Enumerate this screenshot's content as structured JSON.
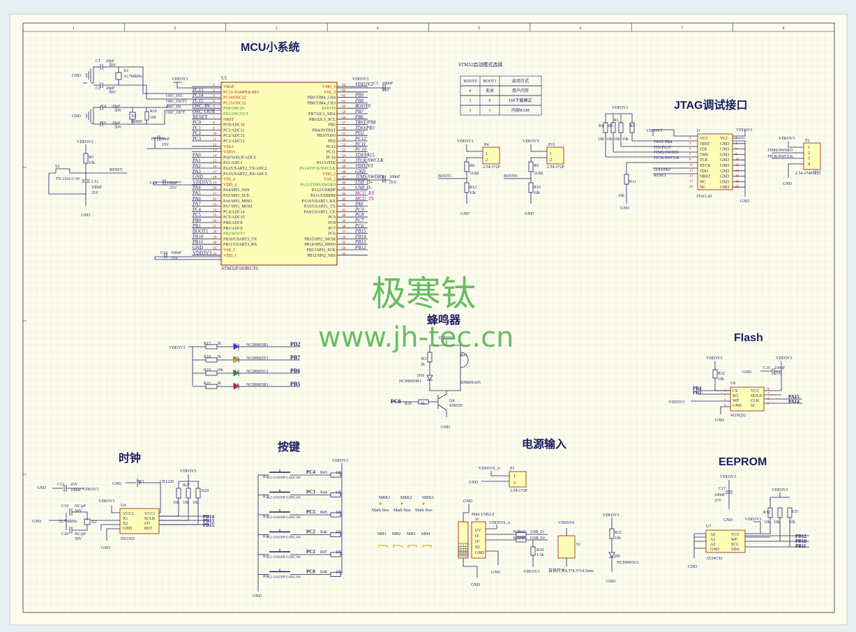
{
  "sections": {
    "mcu": "MCU小系统",
    "jtag": "JTAG调试接口",
    "buzzer": "蜂鸣器",
    "flash": "Flash",
    "clock": "时钟",
    "keys": "按键",
    "power": "电源输入",
    "eeprom": "EEPROM"
  },
  "watermark": {
    "line1": "极寒钛",
    "line2": "www.jh-tec.cn"
  },
  "ruler": [
    "1",
    "2",
    "3",
    "4",
    "5",
    "6",
    "7",
    "8"
  ],
  "boot_table": {
    "title": "STM32启动模式选择",
    "headers": [
      "BOOT0",
      "BOOT1",
      "启动方式"
    ],
    "rows": [
      [
        "0",
        "无关",
        "用户闪存"
      ],
      [
        "1",
        "0",
        "ISP下载模式"
      ],
      [
        "1",
        "1",
        "内部RAM"
      ]
    ]
  },
  "mcu": {
    "ref": "U1",
    "part": "STM32F103RCT6",
    "left_pins": [
      [
        "1",
        "VBAT"
      ],
      [
        "2",
        "PC13-TAMPER-RTC"
      ],
      [
        "3",
        "PC14/OSC32"
      ],
      [
        "4",
        "PC15/OSC32"
      ],
      [
        "5",
        "PD0/OSCIN"
      ],
      [
        "6",
        "PD1/OSCOUT"
      ],
      [
        "7",
        "NRST"
      ],
      [
        "8",
        "PC0/ADC10"
      ],
      [
        "9",
        "PC1/ADC11"
      ],
      [
        "10",
        "PC2/ADC12"
      ],
      [
        "11",
        "PC3/ADC13"
      ],
      [
        "12",
        "VSSA"
      ],
      [
        "13",
        "VDDA"
      ],
      [
        "14",
        "PA0/WKUP/ADC0"
      ],
      [
        "15",
        "PA1/ADC1"
      ],
      [
        "16",
        "PA2/USART2_TX/ADC2"
      ],
      [
        "17",
        "PA3/USART2_RX/ADC3"
      ],
      [
        "18",
        "VSS_4"
      ],
      [
        "19",
        "VDD_4"
      ],
      [
        "20",
        "PA4/SPI1_NSS"
      ],
      [
        "21",
        "PA5/SPI1_SCK"
      ],
      [
        "22",
        "PA6/SPI1_MISO"
      ],
      [
        "23",
        "PA7/SPI1_MOSI"
      ],
      [
        "24",
        "PC4/ADC14"
      ],
      [
        "25",
        "PC5/ADC15"
      ],
      [
        "26",
        "PB0/ADC8"
      ],
      [
        "27",
        "PB1/ADC9"
      ],
      [
        "28",
        "PB2/BOOT1"
      ],
      [
        "29",
        "PB10/USART3_TX"
      ],
      [
        "30",
        "PB11/USART3_RX"
      ],
      [
        "31",
        "VSS_1"
      ],
      [
        "32",
        "VDD_1"
      ]
    ],
    "right_pins": [
      [
        "64",
        "VDD_3"
      ],
      [
        "63",
        "VSS_3"
      ],
      [
        "62",
        "PB9/TIM4_CH4"
      ],
      [
        "61",
        "PB8/TIM4_CH3"
      ],
      [
        "60",
        "BOOT0"
      ],
      [
        "59",
        "PB7/I2C1_SDA"
      ],
      [
        "58",
        "PB6/I2C1_SCL"
      ],
      [
        "57",
        "PB5"
      ],
      [
        "56",
        "PB4/JNTRST"
      ],
      [
        "55",
        "PB3/JTDO"
      ],
      [
        "54",
        "PD2"
      ],
      [
        "53",
        "PC12"
      ],
      [
        "52",
        "PC11"
      ],
      [
        "51",
        "PC10"
      ],
      [
        "50",
        "PA15/JTDI"
      ],
      [
        "49",
        "PA14/JTCK/SWCLK"
      ],
      [
        "48",
        "VDD_2"
      ],
      [
        "47",
        "VSS_2"
      ],
      [
        "46",
        "PA13/JTMS/SWDIO"
      ],
      [
        "45",
        "PA12/USBDP"
      ],
      [
        "44",
        "PA11/USBDM"
      ],
      [
        "43",
        "PA10/USART1_RX"
      ],
      [
        "42",
        "PA9/USART1_TX"
      ],
      [
        "41",
        "PA8/USART1_CK"
      ],
      [
        "40",
        "PC9"
      ],
      [
        "39",
        "PC8"
      ],
      [
        "38",
        "PC7"
      ],
      [
        "37",
        "PC6"
      ],
      [
        "36",
        "PB15/SPI2_MOSI"
      ],
      [
        "35",
        "PB14/SPI2_MISO"
      ],
      [
        "34",
        "PB13/SPI2_SCK"
      ],
      [
        "33",
        "PB12/SPI2_NSS"
      ]
    ],
    "left_nets": [
      "",
      "PC13",
      "PC14",
      "PC15",
      "OSC_IN",
      "OSC_OUT",
      "RESET",
      "PC0",
      "PC1",
      "PC2",
      "PC3",
      "",
      "",
      "PA0",
      "PA1",
      "PA2",
      "PA3",
      "GND",
      "VDD3V3",
      "PA4",
      "PA5",
      "PA6",
      "PA7",
      "PC4",
      "PC5",
      "PB0",
      "PB1",
      "BOOT1",
      "PB10",
      "PB11",
      "GND",
      "VDD3V3"
    ],
    "right_nets": [
      "VDD3V3",
      "",
      "PB9",
      "PB8",
      "BOOT0",
      "PB7",
      "PB6",
      "TRST/PB4",
      "TDO/PB3",
      "PD2",
      "PC12",
      "PC11",
      "PC10",
      "TDI/PA15",
      "JTCK/SWCLK",
      "VDD3V3",
      "GND",
      "JTMS/SWDIO",
      "USB_D+",
      "USB_D-",
      "MCU_RX",
      "MCU_TX",
      "PA8",
      "PC9",
      "PC8",
      "PC7",
      "PC6",
      "PB15",
      "PB14",
      "PB13",
      "PB12"
    ],
    "power": {
      "vdd": "VDD3V3",
      "gnd": "GND",
      "left_top_vdd": "VDD3V3",
      "right_top_vdd": "VDD3V3"
    }
  },
  "osc": {
    "c1": "C1",
    "c1v": "20pF",
    "c1vv": "50V",
    "c2": "C2",
    "c2v": "20pF",
    "c2vv": "50V",
    "x1": "X1",
    "x1v": "32.768kHz",
    "c4": "C4",
    "c4v": "20pF",
    "c4vv": "50V",
    "c5": "C5",
    "c5v": "20pF",
    "c5vv": "50V",
    "x3": "X3",
    "x3v": "8MHZ",
    "r10": "R10",
    "r10v": "1M",
    "osc_in1": "OSC_IN1",
    "osc_out1": "OSC_OUT1",
    "osc_in": "OSC_IN",
    "osc_out": "OSC_OUT"
  },
  "mcu_caps": {
    "c3": "C3",
    "c3v": "100nF",
    "c3vv": "25V",
    "c13": "C13",
    "c13v": "100nF",
    "c13vv": "25V",
    "c7": "C7",
    "c7v": "100nF",
    "c7vv": "25V",
    "c14": "C14",
    "c14v": "100nF",
    "c14vv": "25V",
    "c11": "C11",
    "c11v": "100nF",
    "c11vv": "25V"
  },
  "reset": {
    "vdd": "VDD3V3",
    "r": "R5",
    "rv": "10k",
    "sw": "S2",
    "swv": "TS-1101-C-W",
    "c": "C12",
    "cv": "100nF",
    "cvv": "25V",
    "net": "RESET",
    "gnd": "GND"
  },
  "boot": {
    "p4": "P4",
    "p4v": "2.54-1*2P",
    "r8": "R8",
    "r8v": "510Ω",
    "r12": "R12",
    "r12v": "10k",
    "net0": "BOOT1",
    "p15": "P15",
    "p15v": "2.54-1*2P",
    "r9": "R9",
    "r9v": "510Ω",
    "r16": "R16",
    "r16v": "10k",
    "net1": "BOOT0",
    "vdd": "VDD3V3",
    "gnd": "GND"
  },
  "jtag": {
    "vdd": "VDD3V3",
    "r4": "R4",
    "r1": "R1",
    "r6": "R6",
    "r7": "R7",
    "rv": "10k",
    "r11": "R11",
    "r11v": "10k",
    "j": "J2",
    "jv": "JTAG-20",
    "left_nets": [
      "TRST/PB4",
      "TDI/PA15",
      "JTMS/SWDIO",
      "JTCK/SWCLK",
      "TDO/PB3",
      "RESET"
    ],
    "pins_left": [
      "VCC",
      "TRST",
      "TDI",
      "TMS",
      "TCK",
      "RTCK",
      "TDO",
      "NRST",
      "NC",
      "NC"
    ],
    "pins_right": [
      "VCC",
      "GND",
      "GND",
      "GND",
      "GND",
      "GND",
      "GND",
      "GND",
      "GND",
      "GND"
    ],
    "gnd": "GND"
  },
  "swd": {
    "p": "P2",
    "pv": "2.54-1*4P排针",
    "vdd": "VDD3V3",
    "nets": [
      "JTMS/SWDIO",
      "JTCK/SWCLK"
    ],
    "gnd": "GND"
  },
  "leds": {
    "vdd": "VDD3V3",
    "rows": [
      [
        "R17",
        "2k",
        "D1",
        "NCD0603B1",
        "PD2"
      ],
      [
        "R18",
        "1k",
        "D2",
        "NCD0603Y1",
        "PB7"
      ],
      [
        "R19",
        "10k",
        "D3",
        "NCD0603G1",
        "PB6"
      ],
      [
        "R21",
        "2k",
        "D4",
        "NCD0603R1",
        "PB5"
      ]
    ]
  },
  "buzzer": {
    "vdd": "VDD3V3",
    "r3": "R3",
    "r3v": "2k",
    "d": "D10",
    "dv": "NCD0603R1",
    "bz": "BZ1",
    "bzv": "HNB09A05",
    "q": "Q4",
    "qv": "SS8550",
    "r20": "R20",
    "r20v": "1k",
    "net": "PC8",
    "gnd": "GND"
  },
  "flash": {
    "vdd": "VDD3V3",
    "c": "C16",
    "cv": "100nF",
    "cvv": "25V",
    "r": "R32",
    "rv": "10k",
    "u": "U6",
    "uv": "W25Q32",
    "pins_l": [
      "CS",
      "SO",
      "WP",
      "GND"
    ],
    "pins_r": [
      "VCC",
      "HOLD",
      "CLK",
      "SI"
    ],
    "nets_l": [
      "PB4",
      "PB3",
      "VDD3V3"
    ],
    "nets_r": [
      "PA15",
      "PA14"
    ],
    "gnd": "GND"
  },
  "clock": {
    "vdd": "VDD3V3",
    "bt": "BT1",
    "btv": "CR1220",
    "c13": "C13",
    "c13v": "25V",
    "c13vv": "100nF",
    "u": "U4",
    "uv": "DS1302",
    "c19": "C19",
    "c19v": "NC/pF",
    "c19vv": "50V",
    "c20": "C20",
    "c20v": "NC/pF",
    "c20vv": "50V",
    "x": "X2",
    "xv": "32.768kHz",
    "r27": "R27",
    "r29": "R29",
    "rv": "10k",
    "r28": "R28",
    "pins_l": [
      "VCC2",
      "X1",
      "X2",
      "GND"
    ],
    "pins_r": [
      "VCC1",
      "SCLK",
      "I/O",
      "RST"
    ],
    "nets": [
      "PB14",
      "PB13",
      "PB15"
    ],
    "gnd": "GND"
  },
  "keys": {
    "vdd": "VDD3V3",
    "part": "K2-1102SP-C4SC-04",
    "gnd": "GND",
    "rows": [
      [
        "K1",
        "PC4",
        "R43",
        "10k"
      ],
      [
        "K2",
        "PC3",
        "R44",
        "10k"
      ],
      [
        "K3",
        "PC5",
        "R45",
        "10k"
      ],
      [
        "K4",
        "PC2",
        "R46",
        "10k"
      ],
      [
        "K5",
        "PC1",
        "R47",
        "10k"
      ],
      [
        "K6",
        "PC0",
        "R48",
        "10k"
      ]
    ]
  },
  "marks": {
    "mrk": [
      "MRK1",
      "MRK2",
      "MRK3"
    ],
    "mrkv": "Mark Size",
    "mh": [
      "MH1",
      "MH2",
      "MH3",
      "MH4"
    ]
  },
  "power": {
    "p1": "P1",
    "p1v": "2.54-1*2P",
    "vdd5": "VDD5V0_A",
    "gnd": "GND",
    "j": "J1",
    "jv": "Mini USB2.0",
    "jpins": [
      "UV",
      "D-",
      "D+",
      "ID",
      "GND"
    ],
    "shell": [
      "SHELL1",
      "SHELL2",
      "SHELL3",
      "SHELL4"
    ],
    "vdd5a": "VDD5V0_A",
    "r36": "R36",
    "r37": "R37",
    "r36v": "22Ω",
    "net_dm": "USB_D-",
    "net_dp": "USB_D+",
    "r8": "R18",
    "r8v": "1.5k",
    "vdd": "VDD3V3",
    "sw": "S1",
    "swv": "自锁开关8.5*8.5*14.5mm",
    "vdd5v0": "VDD5V0",
    "r22": "R22",
    "r22v": "10k",
    "d9": "D9",
    "d9v": "NCD0603G1"
  },
  "eeprom": {
    "vdd": "VDD3V3",
    "c": "C17",
    "cv": "100nF",
    "cvv": "25V",
    "r32": "R32",
    "r35": "R35",
    "rv": "10k",
    "u": "U7",
    "uv": "AT24C02",
    "pins_l": [
      "A0",
      "A1",
      "A2",
      "GND"
    ],
    "pins_r": [
      "VCC",
      "WP",
      "SCL",
      "SDA"
    ],
    "nets": [
      "PB12",
      "PB10",
      "PB11"
    ],
    "gnd": "GND"
  }
}
